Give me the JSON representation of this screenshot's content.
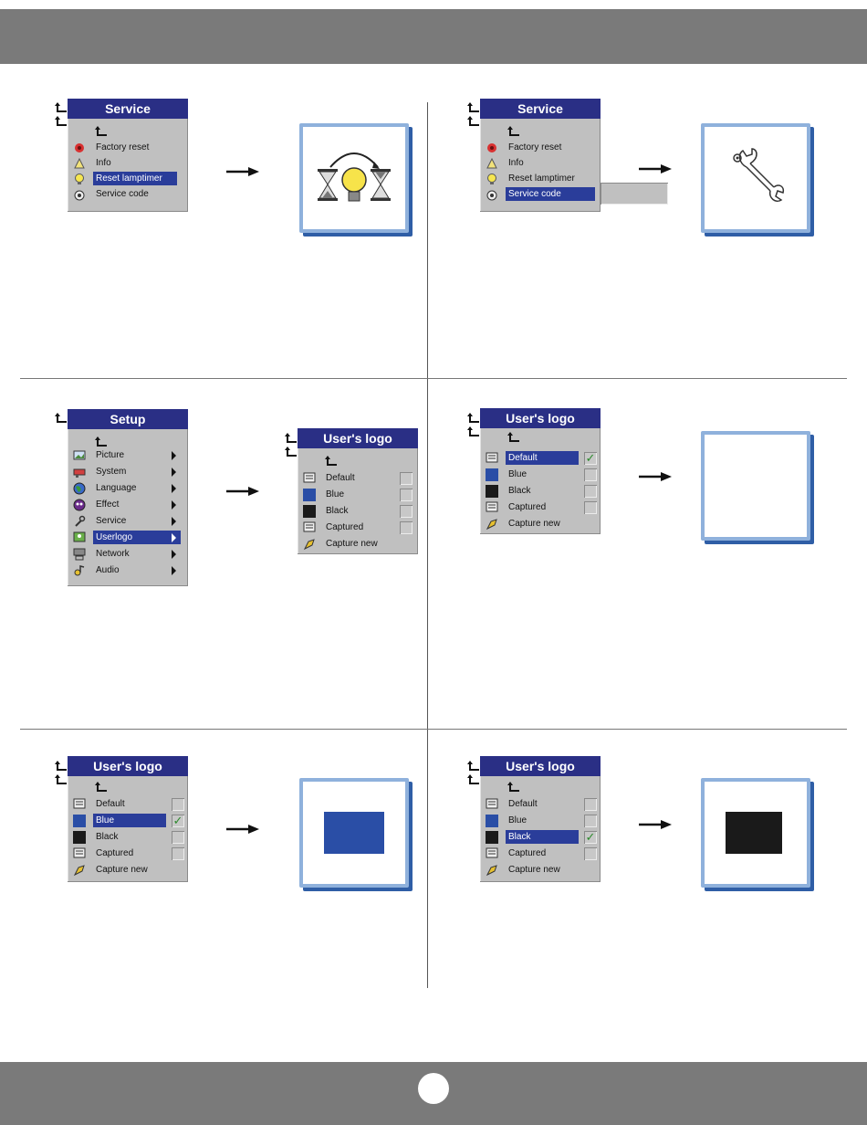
{
  "panels": {
    "service_reset": {
      "title": "Service",
      "items": [
        "Factory reset",
        "Info",
        "Reset lamptimer",
        "Service code"
      ],
      "selected": "Reset lamptimer"
    },
    "service_code": {
      "title": "Service",
      "items": [
        "Factory reset",
        "Info",
        "Reset lamptimer",
        "Service code"
      ],
      "selected": "Service code"
    },
    "setup": {
      "title": "Setup",
      "items": [
        "Picture",
        "System",
        "Language",
        "Effect",
        "Service",
        "Userlogo",
        "Network",
        "Audio"
      ],
      "selected": "Userlogo"
    },
    "userlogo_sub": {
      "title": "User's logo",
      "items": [
        "Default",
        "Blue",
        "Black",
        "Captured",
        "Capture new"
      ]
    },
    "userlogo_default": {
      "title": "User's logo",
      "items": [
        "Default",
        "Blue",
        "Black",
        "Captured",
        "Capture new"
      ],
      "selected": "Default",
      "check_mark": "✓"
    },
    "userlogo_blue": {
      "title": "User's logo",
      "items": [
        "Default",
        "Blue",
        "Black",
        "Captured",
        "Capture new"
      ],
      "selected": "Blue",
      "check_mark": "✓",
      "swatch_color": "#2a4ea6"
    },
    "userlogo_black": {
      "title": "User's logo",
      "items": [
        "Default",
        "Blue",
        "Black",
        "Captured",
        "Capture new"
      ],
      "selected": "Black",
      "check_mark": "✓",
      "swatch_color": "#1a1a1a"
    }
  },
  "colors": {
    "menu_title_bg": "#2a2f85",
    "selection_bg": "#2a3d9a",
    "screen_border": "#8fb1dc",
    "screen_shadow": "#2f5ea6",
    "check_green": "#2d8a2d",
    "bar_gray": "#7a7a7a"
  },
  "icons": {
    "screen_reset": "hourglass-bulb-icon",
    "screen_service": "wrench-icon",
    "back": "return-arrow-icon"
  }
}
